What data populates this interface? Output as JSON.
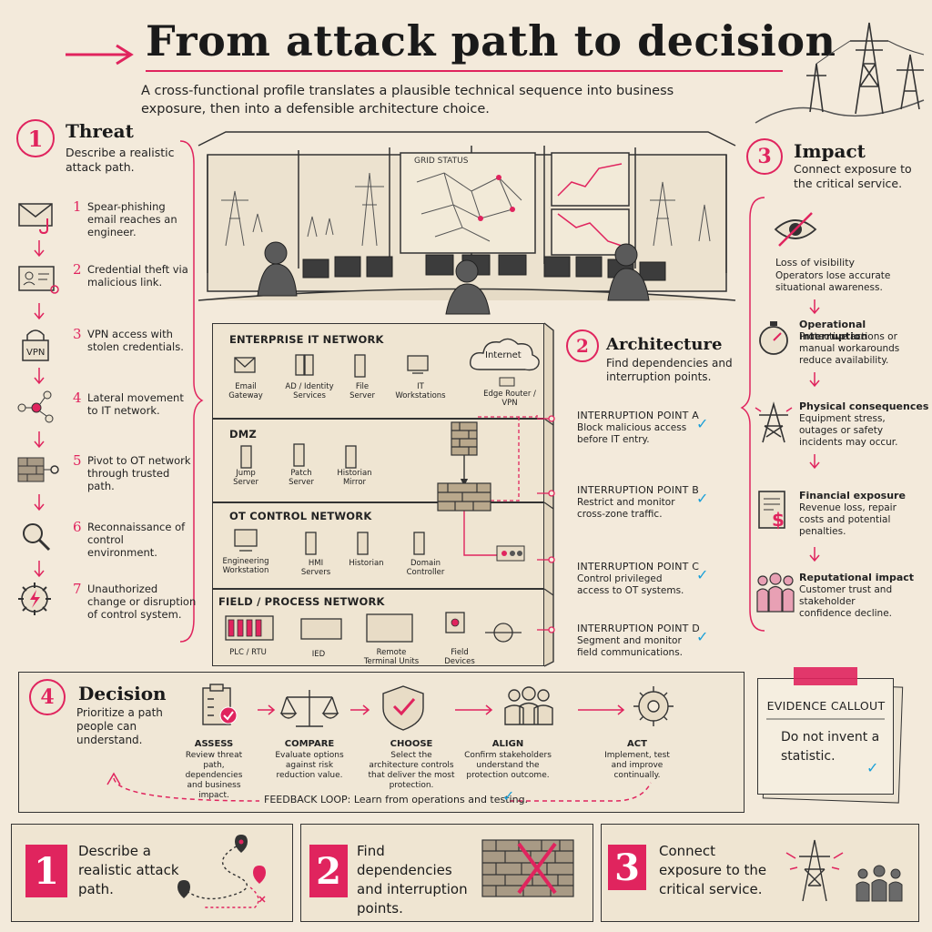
{
  "header": {
    "title": "From attack path to decision",
    "subtitle": "A cross-functional profile translates a plausible technical sequence into business exposure, then into a defensible architecture choice."
  },
  "threat": {
    "num": "1",
    "title": "Threat",
    "desc": "Describe a realistic attack path.",
    "steps": [
      {
        "num": "1",
        "text": "Spear-phishing email reaches an engineer.",
        "icon": "envelope-hook-icon"
      },
      {
        "num": "2",
        "text": "Credential theft via malicious link.",
        "icon": "id-card-icon"
      },
      {
        "num": "3",
        "text": "VPN access with stolen credentials.",
        "icon": "vpn-lock-icon",
        "icon_text": "VPN"
      },
      {
        "num": "4",
        "text": "Lateral movement to IT network.",
        "icon": "network-node-icon"
      },
      {
        "num": "5",
        "text": "Pivot to OT network through trusted path.",
        "icon": "firewall-key-icon"
      },
      {
        "num": "6",
        "text": "Reconnaissance of control environment.",
        "icon": "magnifier-icon"
      },
      {
        "num": "7",
        "text": "Unauthorized change or disruption of control system.",
        "icon": "gear-bolt-icon"
      }
    ]
  },
  "control_room": {
    "screen_label": "GRID STATUS"
  },
  "architecture": {
    "num": "2",
    "title": "Architecture",
    "desc": "Find dependencies and interruption points.",
    "internet": "Internet",
    "edge": "Edge Router / VPN",
    "zones": [
      {
        "title": "ENTERPRISE IT NETWORK",
        "nodes": [
          "Email Gateway",
          "AD / Identity Services",
          "File Server",
          "IT Workstations"
        ]
      },
      {
        "title": "DMZ",
        "nodes": [
          "Jump Server",
          "Patch Server",
          "Historian Mirror"
        ]
      },
      {
        "title": "OT CONTROL NETWORK",
        "nodes": [
          "Engineering Workstation",
          "HMI Servers",
          "Historian",
          "Domain Controller"
        ]
      },
      {
        "title": "FIELD / PROCESS NETWORK",
        "nodes": [
          "PLC / RTU",
          "IED",
          "Remote Terminal Units",
          "Field Devices"
        ]
      }
    ],
    "interruption_points": [
      {
        "title": "INTERRUPTION POINT A",
        "desc": "Block malicious access before IT entry."
      },
      {
        "title": "INTERRUPTION POINT B",
        "desc": "Restrict and monitor cross-zone traffic."
      },
      {
        "title": "INTERRUPTION POINT C",
        "desc": "Control privileged access to OT systems."
      },
      {
        "title": "INTERRUPTION POINT D",
        "desc": "Segment and monitor field communications."
      }
    ]
  },
  "impact": {
    "num": "3",
    "title": "Impact",
    "desc": "Connect exposure to the critical service.",
    "items": [
      {
        "title": "Loss of visibility",
        "desc": "Operators lose accurate situational awareness.",
        "icon": "eye-slash-icon"
      },
      {
        "title": "Operational interruption",
        "desc": "Protective actions or manual workarounds reduce availability.",
        "icon": "stopwatch-icon"
      },
      {
        "title": "Physical consequences",
        "desc": "Equipment stress, outages or safety incidents may occur.",
        "icon": "pylon-icon"
      },
      {
        "title": "Financial exposure",
        "desc": "Revenue loss, repair costs and potential penalties.",
        "icon": "invoice-dollar-icon"
      },
      {
        "title": "Reputational impact",
        "desc": "Customer trust and stakeholder confidence decline.",
        "icon": "people-icon"
      }
    ]
  },
  "decision": {
    "num": "4",
    "title": "Decision",
    "desc": "Prioritize a path people can understand.",
    "steps": [
      {
        "title": "ASSESS",
        "desc": "Review threat path, dependencies and business impact.",
        "icon": "clipboard-check-icon"
      },
      {
        "title": "COMPARE",
        "desc": "Evaluate options against risk reduction value.",
        "icon": "scales-icon"
      },
      {
        "title": "CHOOSE",
        "desc": "Select the architecture controls that deliver the most protection.",
        "icon": "shield-check-icon"
      },
      {
        "title": "ALIGN",
        "desc": "Confirm stakeholders understand the protection outcome.",
        "icon": "team-icon"
      },
      {
        "title": "ACT",
        "desc": "Implement, test and improve continually.",
        "icon": "gear-icon"
      }
    ],
    "feedback": "FEEDBACK LOOP:  Learn from operations and testing."
  },
  "evidence": {
    "title": "EVIDENCE CALLOUT",
    "text": "Do not invent a statistic."
  },
  "bottom": [
    {
      "num": "1",
      "text": "Describe a realistic attack path."
    },
    {
      "num": "2",
      "text": "Find dependencies and interruption points."
    },
    {
      "num": "3",
      "text": "Connect exposure to the critical service."
    }
  ],
  "colors": {
    "accent": "#e0245e",
    "check": "#1aa0d8",
    "paper": "#f3eadb"
  }
}
